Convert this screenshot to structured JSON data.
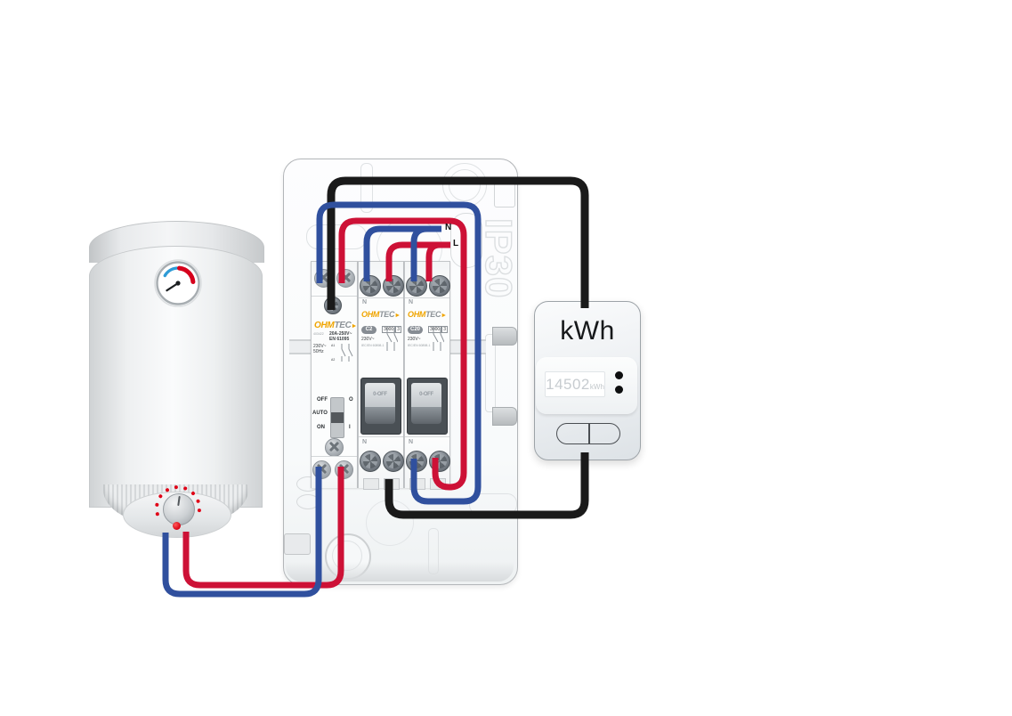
{
  "brand": {
    "ohm": "OHM",
    "tec": "TEC",
    "arrow": "►",
    "accent_color": "#F0A500"
  },
  "panel": {
    "ip_rating": "IP30",
    "supply_neutral_label": "N",
    "supply_line_label": "L"
  },
  "contactor": {
    "ref": "403422",
    "rating": "20A-250V~",
    "standard": "EN 61095",
    "coil_voltage": "230V~",
    "frequency": "50Hz",
    "terminal_top": "A1",
    "terminal_bottom": "A2",
    "mode_off": "OFF",
    "mode_auto": "AUTO",
    "mode_on": "ON",
    "position_open": "O",
    "position_closed": "I"
  },
  "breaker1": {
    "breaking_capacity": "3000",
    "energy_class": "3",
    "rating": "C2",
    "voltage": "230V~",
    "standard": "IEC/EN 60898-1",
    "neutral_label_top": "N",
    "neutral_label_bottom": "N",
    "handle_label": "0-OFF"
  },
  "breaker2": {
    "breaking_capacity": "3000",
    "energy_class": "3",
    "rating": "C20",
    "voltage": "230V~",
    "standard": "IEC/EN 60898-1",
    "neutral_label_top": "N",
    "neutral_label_bottom": "N",
    "handle_label": "0-OFF"
  },
  "meter": {
    "title": "kWh",
    "reading": "14502",
    "unit": "kWh"
  },
  "wire_colors": {
    "line": "#CD1136",
    "neutral": "#30509E",
    "signal": "#1A1A1A"
  }
}
